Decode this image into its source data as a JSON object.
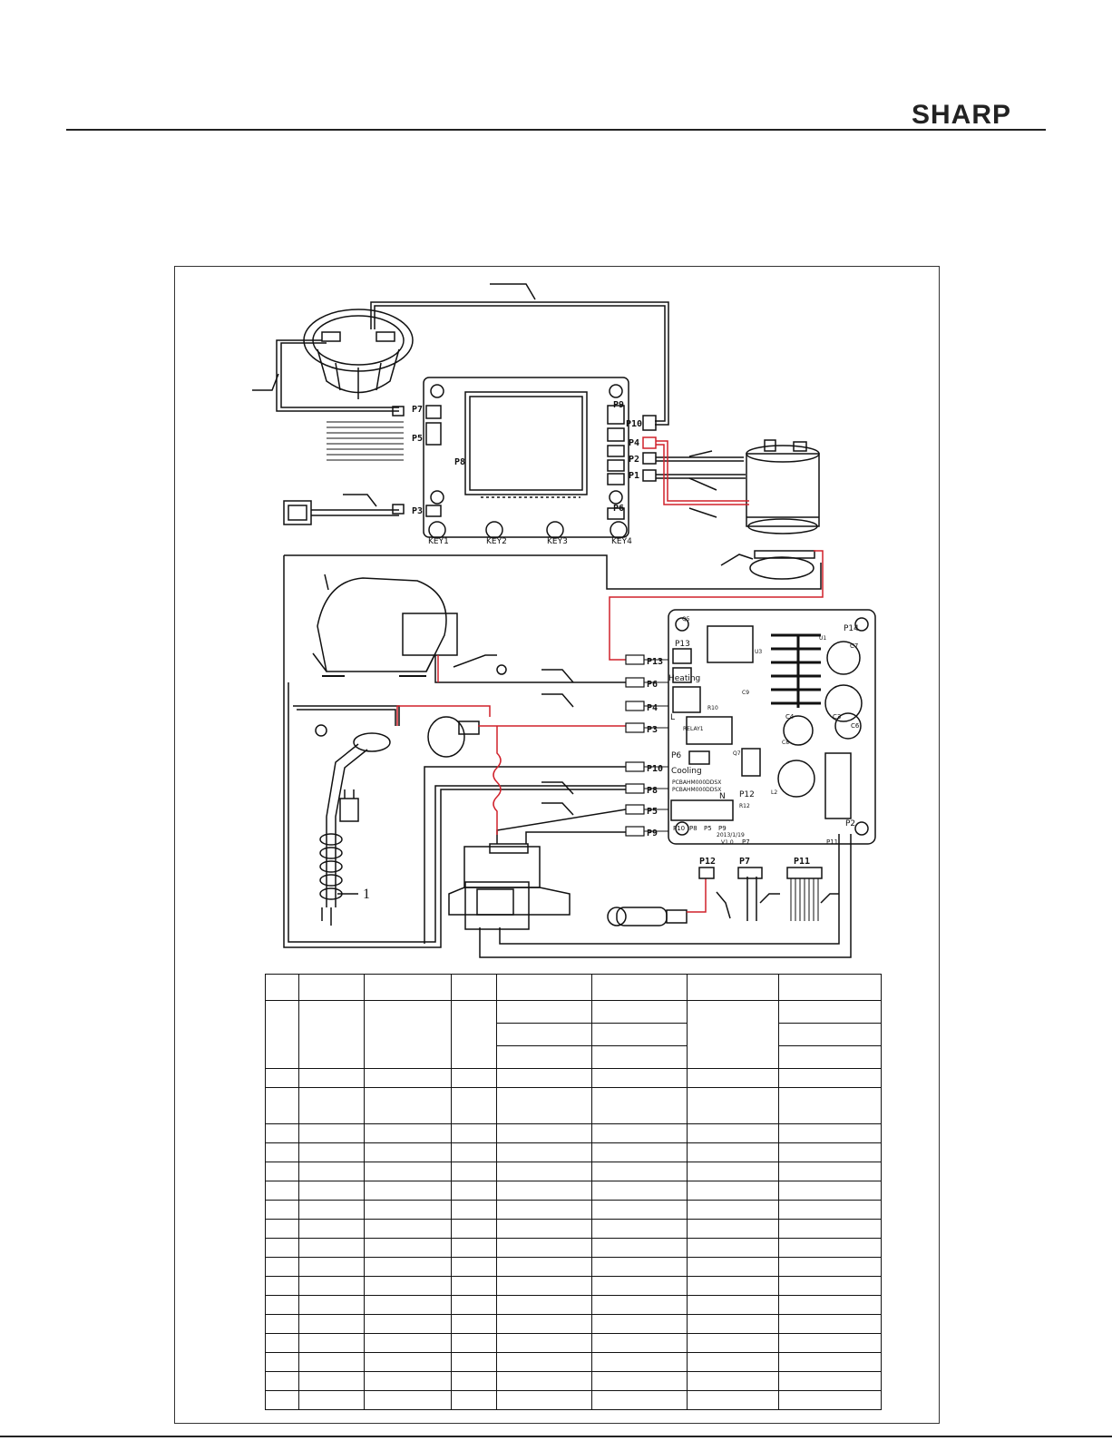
{
  "header": {
    "brand": "SHARP"
  },
  "main_board": {
    "ports": [
      "P7",
      "P5",
      "P8",
      "P3",
      "P9",
      "P10",
      "P4",
      "P2",
      "P1",
      "P6"
    ],
    "keys": [
      "KEY1",
      "KEY2",
      "KEY3",
      "KEY4"
    ]
  },
  "power_board": {
    "terminals": [
      "P13",
      "P6",
      "P4",
      "P3",
      "P10",
      "P8",
      "P5",
      "P9"
    ],
    "board_labels": [
      "P14",
      "P13",
      "Heating",
      "L",
      "RELAY1",
      "P6",
      "Cooling",
      "N",
      "P12",
      "P7",
      "P11",
      "P2",
      "Q5",
      "U3",
      "U1",
      "C4",
      "C3",
      "C6",
      "C7",
      "C9",
      "C8",
      "Q7",
      "R10",
      "R12",
      "L2"
    ],
    "bottom_pins": [
      "P10",
      "P8",
      "P5",
      "P9"
    ],
    "part_codes": [
      "PCBAHM000DDSX",
      "PCBAHM000DDSX"
    ],
    "date_text": "2013/1/19",
    "version": "V1.0"
  },
  "connectors_bottom": [
    "P12",
    "P7",
    "P11"
  ],
  "callouts": {
    "power_cord": "1"
  },
  "colors": {
    "red_wire": "#d0202a",
    "black_wire": "#111111"
  }
}
